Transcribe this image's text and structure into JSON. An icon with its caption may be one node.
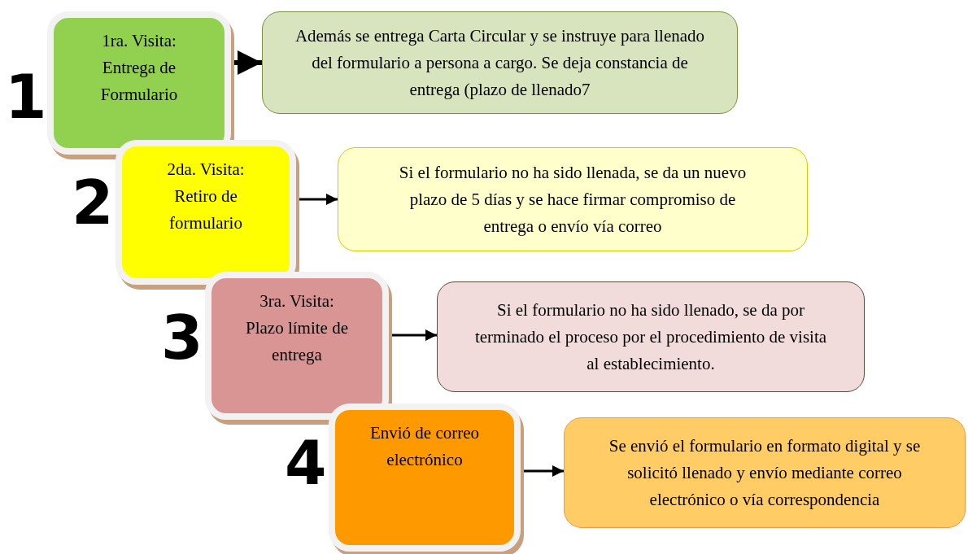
{
  "diagram": {
    "nodes": [
      {
        "text": [
          "1ra. Visita: Entrega de Formulario"
        ],
        "beside": [
          "1"
        ]
      },
      {
        "text": [
          "Además se entrega Carta Circular y se instruye para llenado del formulario a persona a cargo. Se deja constancia de entrega (plazo de llenado7"
        ]
      },
      {
        "text": [
          "2da. Visita: Retiro de formulario"
        ],
        "beside": [
          "2"
        ]
      },
      {
        "text": [
          "Si el formulario no ha sido llenada, se da un nuevo plazo de 5 días y se hace firmar compromiso de entrega o envío vía correo"
        ]
      },
      {
        "text": [
          "3ra. Visita: Plazo límite de entrega"
        ],
        "beside": [
          "3"
        ]
      },
      {
        "text": [
          "Si el formulario no ha sido llenado, se da por terminado el proceso por el procedimiento de visita al establecimiento."
        ]
      },
      {
        "text": [
          "Envió de correo electrónico"
        ],
        "beside": [
          "4"
        ]
      },
      {
        "text": [
          "Se envió el formulario en formato digital y se solicitó llenado y envío mediante correo electrónico o vía correspondencia"
        ]
      }
    ],
    "edges": [
      {
        "from": 0,
        "to": 1,
        "arrow": "to",
        "style": "thick"
      },
      {
        "from": 2,
        "to": 3,
        "arrow": "to"
      },
      {
        "from": 4,
        "to": 5,
        "arrow": "to"
      },
      {
        "from": 6,
        "to": 7,
        "arrow": "to"
      }
    ]
  }
}
